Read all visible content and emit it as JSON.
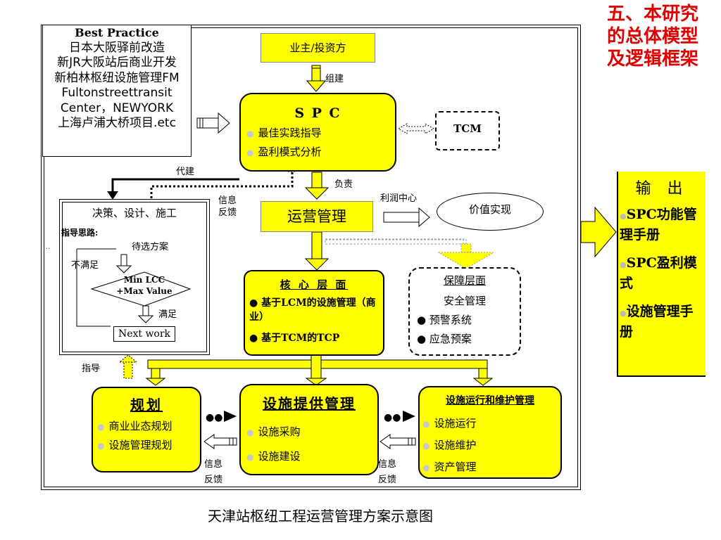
{
  "corner_title": [
    "五、本研究",
    "的总体模型",
    "及逻辑框架"
  ],
  "best_practice": {
    "heading": "Best Practice",
    "lines": [
      "日本大阪驿前改造",
      "新JR大阪站后商业开发",
      "新柏林枢纽设施管理FM",
      "Fultonstreettransit",
      "Center，NEWYORK",
      "上海卢浦大桥项目.etc"
    ]
  },
  "owner": "业主/投资方",
  "form_label": "组建",
  "spc": {
    "title": "S P C",
    "items": [
      "最佳实践指导",
      "盈利模式分析"
    ]
  },
  "tcm": "TCM",
  "delegate_label": "代建",
  "responsible_label": "负责",
  "feedback_label_top": [
    "信息",
    "反馈"
  ],
  "profit_center": "利润中心",
  "operation": "运营管理",
  "value": "价值实现",
  "decision": {
    "title": "决策、设计、施工",
    "guide": "指导思路:",
    "ellipsis": "...",
    "candidate": "待选方案",
    "unsatisfied": "不满足",
    "diamond": [
      "Min LCC",
      "+Max Value"
    ],
    "satisfied": "满足",
    "next": "Next work"
  },
  "core": {
    "title": "核 心 层 面",
    "items": [
      "基于LCM的设施管理（商业）",
      "基于TCM的TCP"
    ]
  },
  "support": {
    "title": "保障层面",
    "items": [
      "安全管理",
      "预警系统",
      "应急预案"
    ]
  },
  "output": {
    "title": "输 出",
    "items": [
      "SPC功能管理手册",
      "SPC盈利模式",
      "设施管理手册"
    ]
  },
  "guide_label": "指导",
  "planning": {
    "title": "规划",
    "items": [
      "商业业态规划",
      "设施管理规划"
    ]
  },
  "provision": {
    "title": "设施提供管理",
    "items": [
      "设施采购",
      "设施建设"
    ]
  },
  "om": {
    "title": "设施运行和维护管理",
    "items": [
      "设施运行",
      "设施维护",
      "资产管理"
    ]
  },
  "feedback_bottom": [
    "信息",
    "反馈"
  ],
  "caption": "天津站枢纽工程运营管理方案示意图"
}
